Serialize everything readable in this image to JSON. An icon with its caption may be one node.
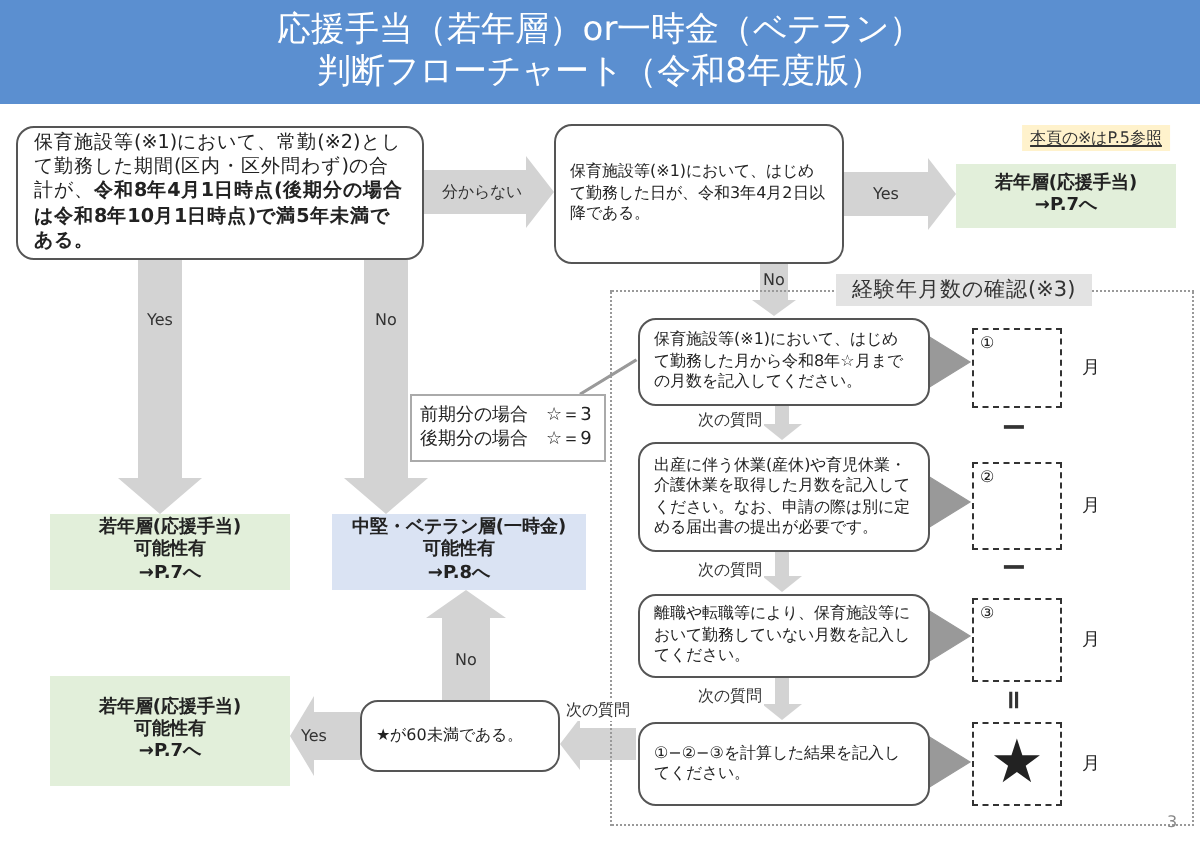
{
  "diagram": {
    "title": "応援手当（若年層）or一時金（ベテラン）判断フローチャート（令和8年度版）",
    "nodes": [
      {
        "text": [
          "保育施設等(※1)において、常勤(※2)として勤務した期間(区内・区外問わず)の合計が、**令和8年4月1日時点(後期分の場合は令和8年10月1日時点)で満5年未満である。**"
        ]
      },
      {
        "text": [
          "保育施設等(※1)において、はじめて勤務した日が、令和3年4月2日以降である。"
        ]
      },
      {
        "text": [
          "若年層(応援手当)",
          "→P.7へ"
        ]
      },
      {
        "text": [
          "経験年月数の確認(※3)"
        ]
      },
      {
        "text": [
          "保育施設等(※1)において、はじめて勤務した月から令和8年☆月までの月数を記入してください。"
        ],
        "in": 3
      },
      {
        "text": [
          "①"
        ],
        "beside": [
          "月"
        ],
        "in": 3
      },
      {
        "text": [
          "出産に伴う休業(産休)や育児休業・介護休業を取得した月数を記入してください。なお、申請の際は別に定める届出書の提出が必要です。"
        ],
        "in": 3
      },
      {
        "text": [
          "②"
        ],
        "beside": [
          "月"
        ],
        "in": 3
      },
      {
        "text": [
          "離職や転職等により、保育施設等において勤務していない月数を記入してください。"
        ],
        "in": 3
      },
      {
        "text": [
          "③"
        ],
        "beside": [
          "月"
        ],
        "in": 3
      },
      {
        "text": [
          "①−②−③を計算した結果を記入してください。"
        ],
        "in": 3
      },
      {
        "text": [
          "★"
        ],
        "beside": [
          "月"
        ],
        "in": 3
      },
      {
        "text": [
          "前期分の場合　☆＝3",
          "後期分の場合　☆＝9"
        ]
      },
      {
        "text": [
          "若年層(応援手当)",
          "可能性有",
          "→P.7へ"
        ]
      },
      {
        "text": [
          "中堅・ベテラン層(一時金)",
          "可能性有",
          "→P.8へ"
        ]
      },
      {
        "text": [
          "★が60未満である。"
        ]
      },
      {
        "text": [
          "若年層(応援手当)",
          "可能性有",
          "→P.7へ"
        ]
      }
    ],
    "edges": [
      {
        "from": 0,
        "to": 1,
        "arrow": "to",
        "label": "分からない"
      },
      {
        "from": 1,
        "to": 2,
        "arrow": "to",
        "label": "Yes"
      },
      {
        "from": 1,
        "to": 4,
        "arrow": "to",
        "label": "No"
      },
      {
        "from": 0,
        "to": 13,
        "arrow": "to",
        "label": "Yes"
      },
      {
        "from": 0,
        "to": 14,
        "arrow": "to",
        "label": "No"
      },
      {
        "from": 4,
        "to": 5,
        "arrow": "to"
      },
      {
        "from": 6,
        "to": 7,
        "arrow": "to"
      },
      {
        "from": 8,
        "to": 9,
        "arrow": "to"
      },
      {
        "from": 10,
        "to": 11,
        "arrow": "to"
      },
      {
        "from": 4,
        "to": 6,
        "arrow": "to",
        "label": "次の質問"
      },
      {
        "from": 6,
        "to": 8,
        "arrow": "to",
        "label": "次の質問"
      },
      {
        "from": 8,
        "to": 10,
        "arrow": "to",
        "label": "次の質問"
      },
      {
        "from": 10,
        "to": 15,
        "arrow": "to",
        "label": "次の質問"
      },
      {
        "from": 15,
        "to": 14,
        "arrow": "to",
        "label": "No"
      },
      {
        "from": 15,
        "to": 16,
        "arrow": "to",
        "label": "Yes"
      },
      {
        "from": 12,
        "to": 4,
        "arrow": "none"
      }
    ],
    "labels": [
      "本頁の※はP.5参照",
      "−",
      "−",
      "＝",
      "3"
    ]
  }
}
